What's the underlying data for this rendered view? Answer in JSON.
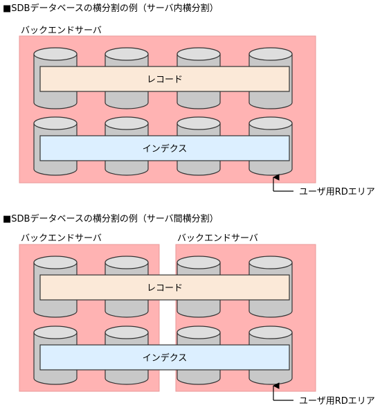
{
  "colors": {
    "server_fill": "#ffb3b3",
    "server_stroke": "#e89a9a",
    "cylinder_fill": "#c8c8c8",
    "cylinder_stroke": "#333333",
    "record_fill": "#fbe9d8",
    "index_fill": "#dcefff"
  },
  "section1": {
    "heading": "■SDBデータベースの横分割の例（サーバ内横分割）",
    "server_label": "バックエンドサーバ",
    "record_label": "レコード",
    "index_label": "インデクス",
    "callout": "ユーザ用RDエリア"
  },
  "section2": {
    "heading": "■SDBデータベースの横分割の例（サーバ間横分割）",
    "server_label_left": "バックエンドサーバ",
    "server_label_right": "バックエンドサーバ",
    "record_label": "レコード",
    "index_label": "インデクス",
    "callout": "ユーザ用RDエリア"
  }
}
